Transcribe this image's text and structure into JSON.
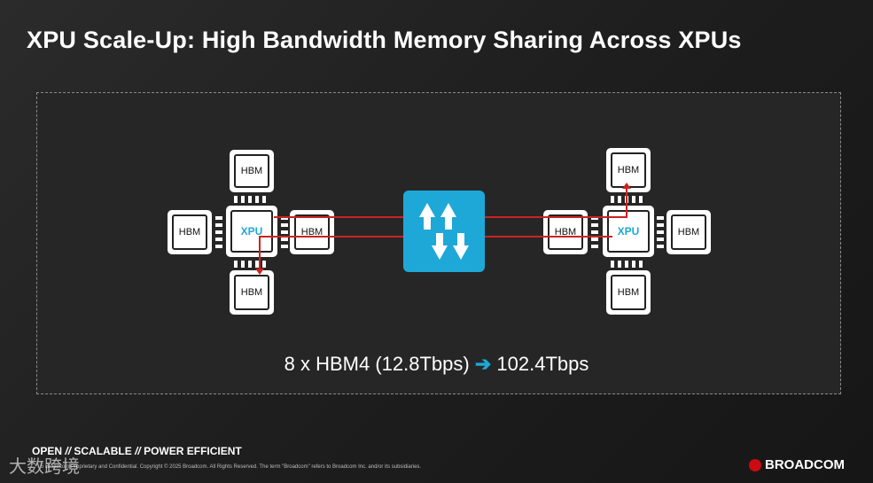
{
  "slide": {
    "title": "XPU Scale-Up: High Bandwidth Memory Sharing Across XPUs",
    "formula_left": "8 x HBM4 (12.8Tbps)",
    "formula_arrow": "➔",
    "formula_right": "102.4Tbps"
  },
  "left_cluster": {
    "xpu_label": "XPU",
    "hbm_top": "HBM",
    "hbm_left": "HBM",
    "hbm_right": "HBM",
    "hbm_bottom": "HBM"
  },
  "right_cluster": {
    "xpu_label": "XPU",
    "hbm_top": "HBM",
    "hbm_left": "HBM",
    "hbm_right": "HBM",
    "hbm_bottom": "HBM"
  },
  "footer": {
    "tag_open": "OPEN",
    "tag_sep1": "//",
    "tag_scalable": "SCALABLE",
    "tag_sep2": "//",
    "tag_power": "POWER EFFICIENT",
    "page_and_legal": "5     Broadcom Proprietary and Confidential.  Copyright © 2025 Broadcom.  All Rights Reserved. The term \"Broadcom\" refers to Broadcom Inc. and/or its subsidiaries.",
    "brand": "BROADCOM",
    "watermark": "大数跨境"
  },
  "colors": {
    "accent": "#1ea8d8",
    "link": "#cc2222",
    "brand": "#cc0a12"
  }
}
